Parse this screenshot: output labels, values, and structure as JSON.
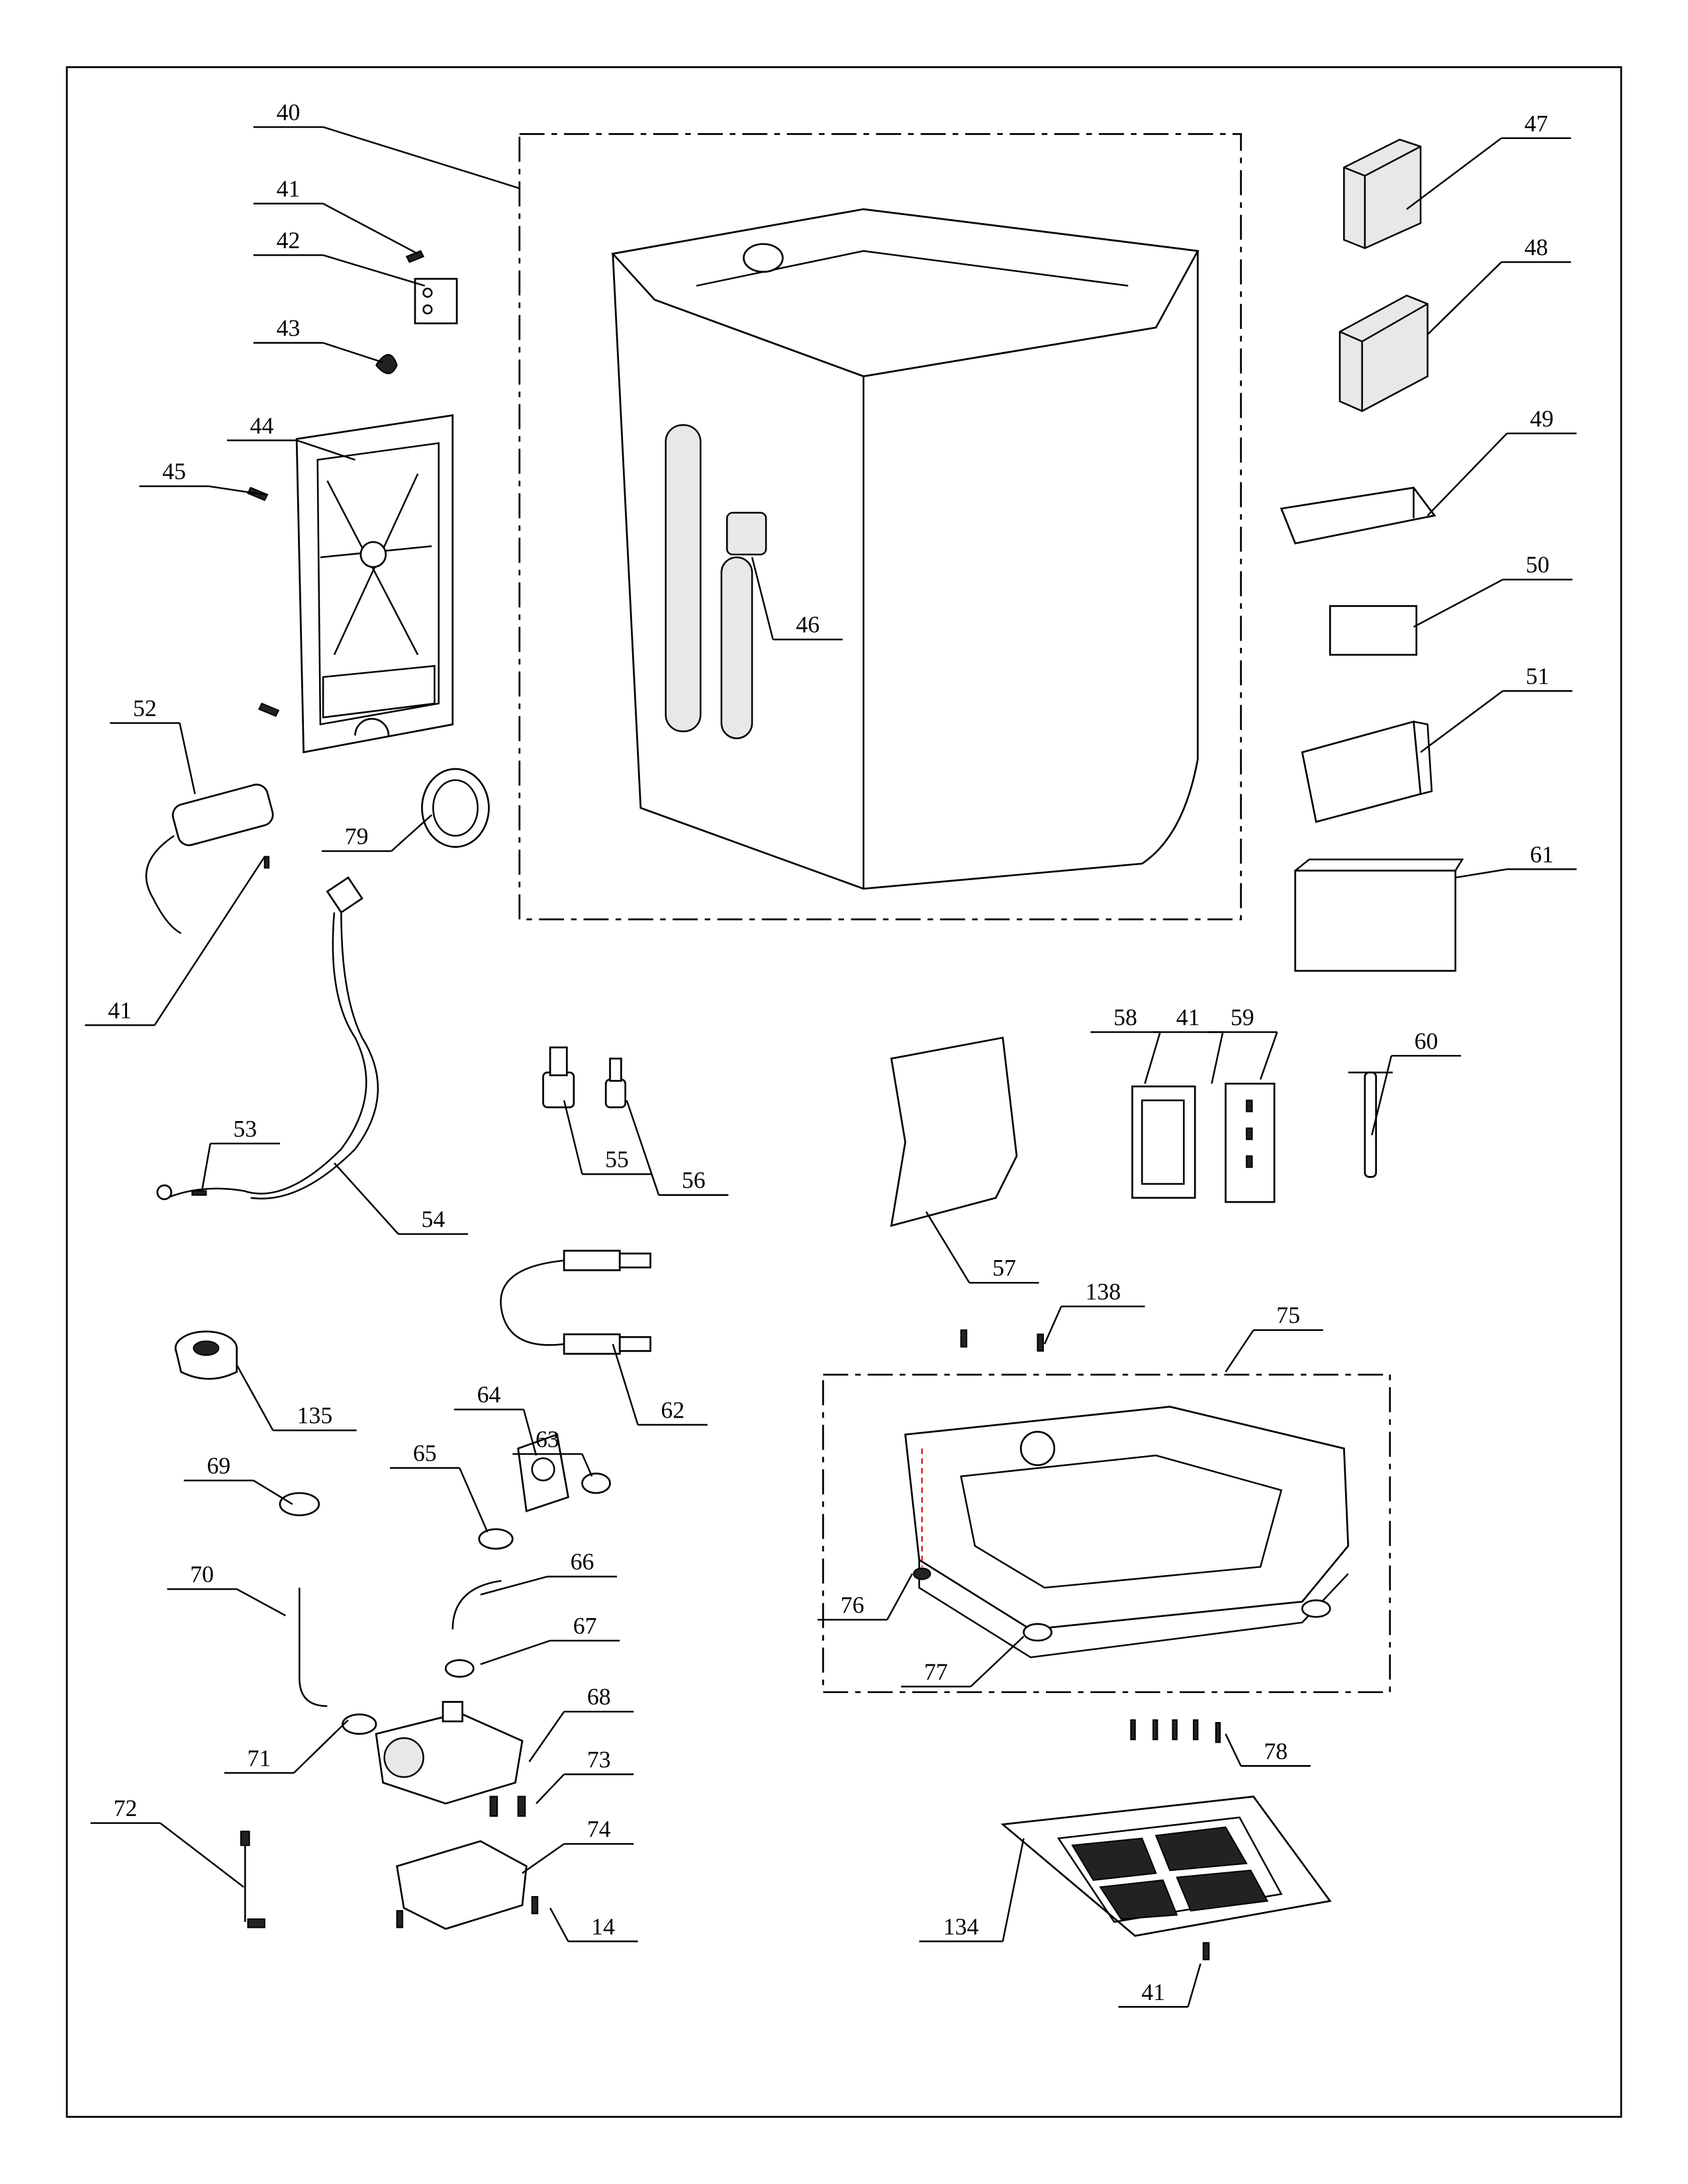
{
  "diagram": {
    "type": "exploded-parts-view",
    "callouts": [
      "40",
      "41",
      "42",
      "43",
      "44",
      "45",
      "46",
      "47",
      "48",
      "49",
      "50",
      "51",
      "61",
      "52",
      "79",
      "41",
      "53",
      "54",
      "55",
      "56",
      "57",
      "58",
      "41",
      "59",
      "60",
      "62",
      "138",
      "75",
      "135",
      "64",
      "63",
      "65",
      "69",
      "66",
      "70",
      "67",
      "76",
      "77",
      "71",
      "68",
      "73",
      "78",
      "72",
      "74",
      "14",
      "134",
      "41"
    ]
  }
}
